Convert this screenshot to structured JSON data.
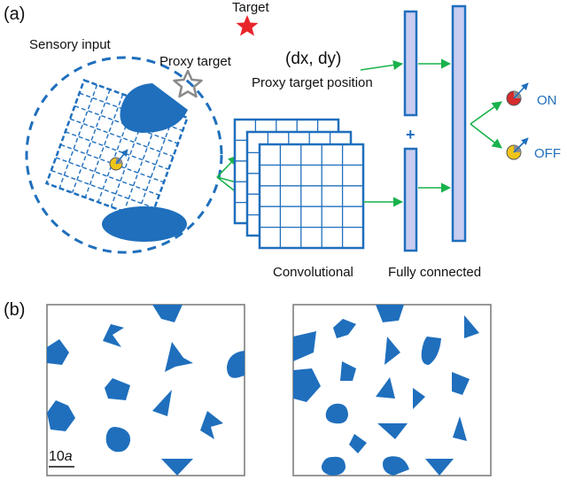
{
  "colors": {
    "blue": "#1f6fbd",
    "bar_fill": "#c9cdf0",
    "star_red": "#e8242b",
    "arrow_green": "#19b24b",
    "proxy_star": "#8a8a8a",
    "ball_yellow": "#f0c419",
    "ball_red": "#d62c2c",
    "ball_gray": "#8e8e8e"
  },
  "panel_a": {
    "label": "(a)",
    "target_label": "Target",
    "sensory_input_label": "Sensory input",
    "proxy_target_label": "Proxy target",
    "dxdy_label": "(dx, dy)",
    "proxy_position_label": "Proxy target position",
    "plus_label": "+",
    "convolutional_label": "Convolutional",
    "fully_connected_label": "Fully connected",
    "on_label": "ON",
    "off_label": "OFF"
  },
  "panel_b": {
    "label": "(b)",
    "scale_label": "10",
    "scale_unit": "a"
  },
  "icons": [
    "red-star-icon",
    "proxy-star-icon",
    "agent-ball-icon",
    "on-ball-icon",
    "off-ball-icon"
  ]
}
